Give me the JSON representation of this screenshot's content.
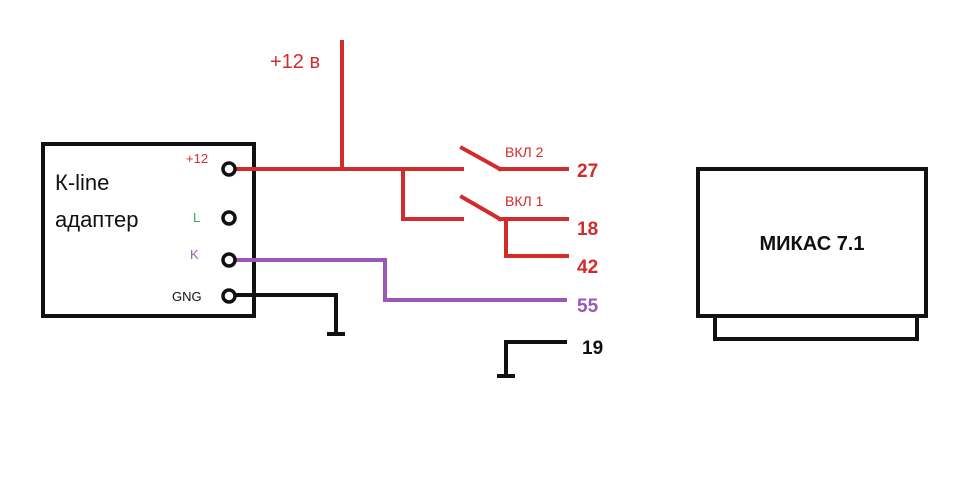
{
  "colors": {
    "power": "#d22b2b",
    "k_line": "#9b59b6",
    "ground": "#111111",
    "l_label": "#27ae60"
  },
  "adapter": {
    "title_line1": "К-line",
    "title_line2": "адаптер",
    "pins": {
      "plus12": "+12",
      "l": "L",
      "k": "K",
      "gnd": "GNG"
    }
  },
  "supply": {
    "label": "+12 в"
  },
  "switches": {
    "sw2_label": "ВКЛ 2",
    "sw1_label": "ВКЛ 1"
  },
  "pins": {
    "p27": "27",
    "p18": "18",
    "p42": "42",
    "p55": "55",
    "p19": "19"
  },
  "ecu": {
    "label": "МИКАС 7.1"
  }
}
